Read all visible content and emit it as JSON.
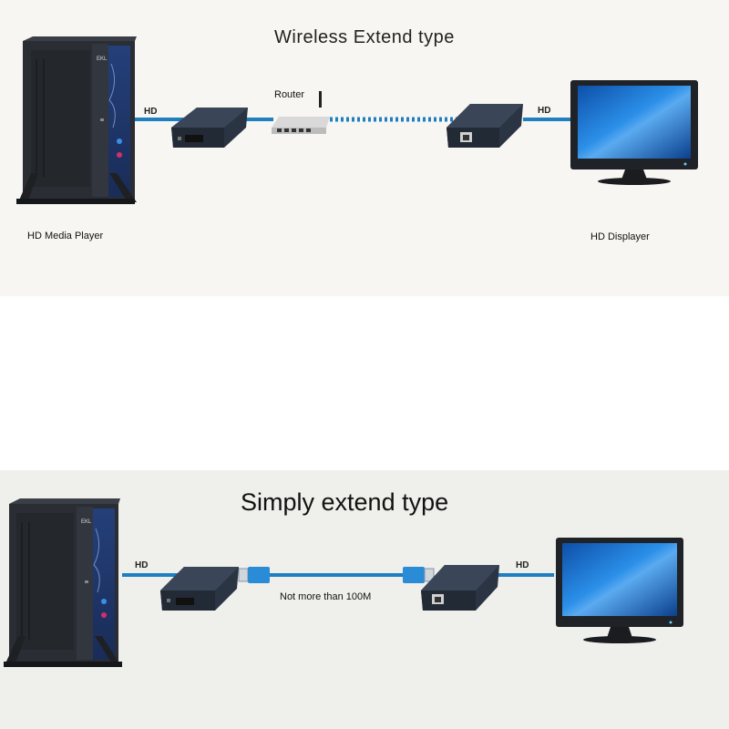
{
  "wireless": {
    "title": "Wireless Extend type",
    "router_label": "Router",
    "hd_left": "HD",
    "hd_right": "HD",
    "source_label": "HD Media Player",
    "display_label": "HD Displayer",
    "pc_badge": "EKL"
  },
  "simple": {
    "title": "Simply extend type",
    "hd_left": "HD",
    "hd_right": "HD",
    "distance_label": "Not more than 100M",
    "pc_badge": "EKL"
  },
  "colors": {
    "cable": "#1e7fc1",
    "device_body": "#2b3442",
    "monitor_screen": "#1a6fd4"
  }
}
